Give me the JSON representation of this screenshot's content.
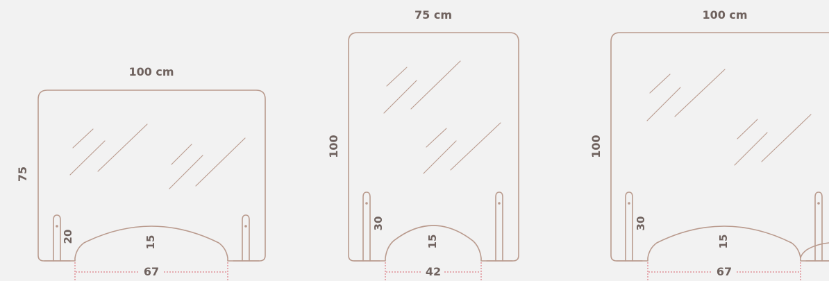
{
  "colors": {
    "background": "#f2f2f2",
    "outline": "#b99a8d",
    "text": "#6f625e",
    "dimension_line": "#d8626c"
  },
  "panels": [
    {
      "width_label": "100 cm",
      "height_label": "75",
      "leg_label": "20",
      "arch_label": "15",
      "opening_label": "67"
    },
    {
      "width_label": "75 cm",
      "height_label": "100",
      "leg_label": "30",
      "arch_label": "15",
      "opening_label": "42"
    },
    {
      "width_label": "100 cm",
      "height_label": "100",
      "leg_label": "30",
      "arch_label": "15",
      "opening_label": "67"
    }
  ]
}
